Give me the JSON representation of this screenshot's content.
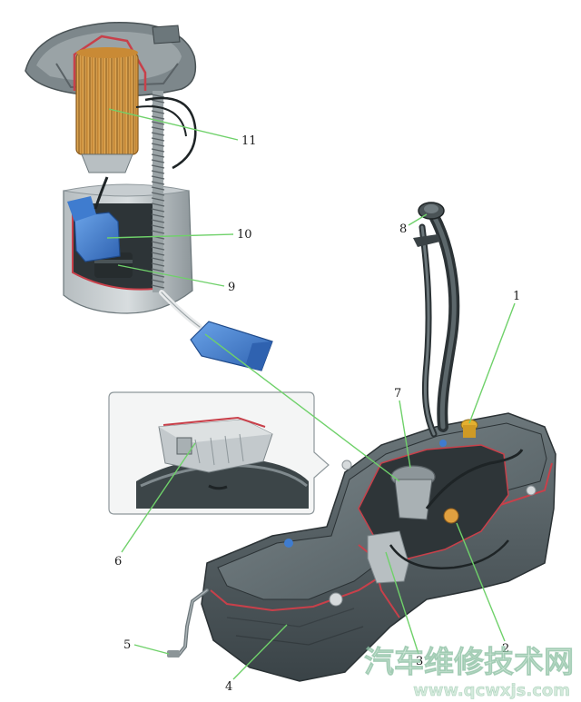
{
  "callouts": {
    "c1": "1",
    "c2": "2",
    "c3": "3",
    "c4": "4",
    "c5": "5",
    "c6": "6",
    "c7": "7",
    "c8": "8",
    "c9": "9",
    "c10": "10",
    "c11": "11"
  },
  "watermark": {
    "title": "汽车维修技术网",
    "url": "www.qcwxjs.com"
  },
  "colors": {
    "leader": "#6fd16a",
    "tank": "#4f5a5e",
    "module_housing": "#9aa2a6",
    "filter": "#e2a650",
    "connector": "#3f7ccf",
    "cutaway": "#c8404a"
  }
}
